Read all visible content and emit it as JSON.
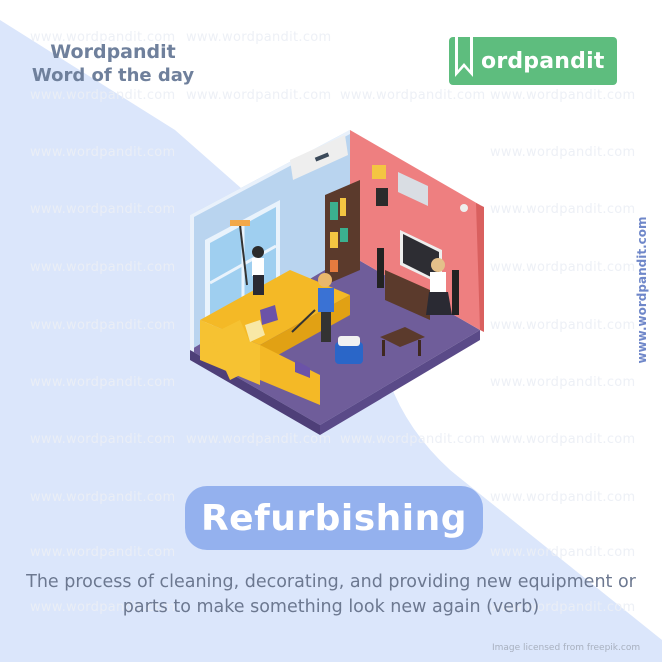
{
  "header": {
    "brand_name": "Wordpandit",
    "subtitle": "Word of the day"
  },
  "logo": {
    "text": "ordpandit",
    "initial_icon": "bookmark-w-icon",
    "color": "#5ebd7e"
  },
  "side_watermark": "www.wordpandit.com",
  "watermark_text": "www.wordpandit.com",
  "illustration": {
    "description": "Isometric living room with three cleaners: one washing window, one vacuuming yellow sofa, one dusting TV stand"
  },
  "word": {
    "term": "Refurbishing",
    "pill_color": "#94b1ee"
  },
  "definition": {
    "line1": "The process of cleaning, decorating, and providing new equipment or",
    "line2": "parts to make something look new again (verb)"
  },
  "credit": "Image licensed from freepik.com",
  "colors": {
    "background_blue": "#dbe6fb",
    "brand_text": "#6f809c",
    "definition_text": "#6c7890"
  }
}
